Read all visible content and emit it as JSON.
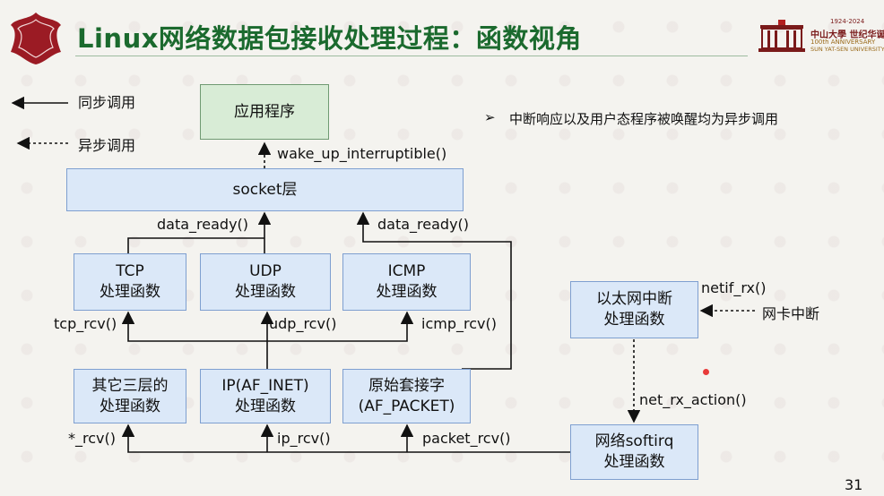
{
  "title": "Linux网络数据包接收处理过程：函数视角",
  "university": {
    "years": "1924-2024",
    "name_cn": "中山大學 世纪华诞",
    "anniversary": "100th ANNIVERSARY",
    "name_en": "SUN YAT-SEN UNIVERSITY"
  },
  "legend": {
    "sync": "同步调用",
    "async": "异步调用"
  },
  "note": "中断响应以及用户态程序被唤醒均为异步调用",
  "boxes": {
    "app": "应用程序",
    "socket": "socket层",
    "tcp_1": "TCP",
    "tcp_2": "处理函数",
    "udp_1": "UDP",
    "udp_2": "处理函数",
    "icmp_1": "ICMP",
    "icmp_2": "处理函数",
    "other_1": "其它三层的",
    "other_2": "处理函数",
    "ip_1": "IP(AF_INET)",
    "ip_2": "处理函数",
    "raw_1": "原始套接字",
    "raw_2": "(AF_PACKET)",
    "eth_1": "以太网中断",
    "eth_2": "处理函数",
    "softirq_1": "网络softirq",
    "softirq_2": "处理函数"
  },
  "labels": {
    "wakeup": "wake_up_interruptible()",
    "data_ready_left": "data_ready()",
    "data_ready_right": "data_ready()",
    "tcp_rcv": "tcp_rcv()",
    "udp_rcv": "udp_rcv()",
    "icmp_rcv": "icmp_rcv()",
    "star_rcv": "*_rcv()",
    "ip_rcv": "ip_rcv()",
    "packet_rcv": "packet_rcv()",
    "netif_rx": "netif_rx()",
    "nic_irq": "网卡中断",
    "net_rx_action": "net_rx_action()"
  },
  "colors": {
    "title": "#1b6a2e",
    "box_fill": "#dbe8f8",
    "box_border": "#7e9fd0",
    "app_fill": "#d8ecd6",
    "logo": "#9b1b24"
  },
  "page_number": "31"
}
